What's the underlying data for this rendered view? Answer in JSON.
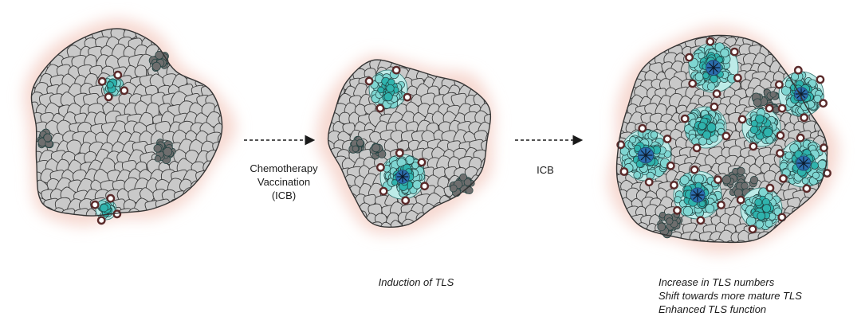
{
  "arrows": [
    {
      "label_lines": [
        "Chemotherapy",
        "Vaccination",
        "(ICB)"
      ]
    },
    {
      "label_lines": [
        "ICB"
      ]
    }
  ],
  "captions": {
    "stage2": [
      "Induction of TLS"
    ],
    "stage3": [
      "Increase in TLS numbers",
      "Shift towards more mature TLS",
      "Enhanced TLS function"
    ]
  },
  "colors": {
    "tumor_cell": "#c9c9c9",
    "tumor_outline": "#3a3a3a",
    "glow": "#f6d8d0",
    "immune_cluster": "#6e6e6e",
    "tls_teal": "#7fd6d2",
    "tls_teal_dark": "#2fb3ad",
    "mature_tls_core": "#2c6fb0",
    "hev_dark": "#5a2a2a"
  },
  "icons": {
    "arrow": "dashed-right-arrow",
    "germinal_center": "star-burst-icon"
  }
}
